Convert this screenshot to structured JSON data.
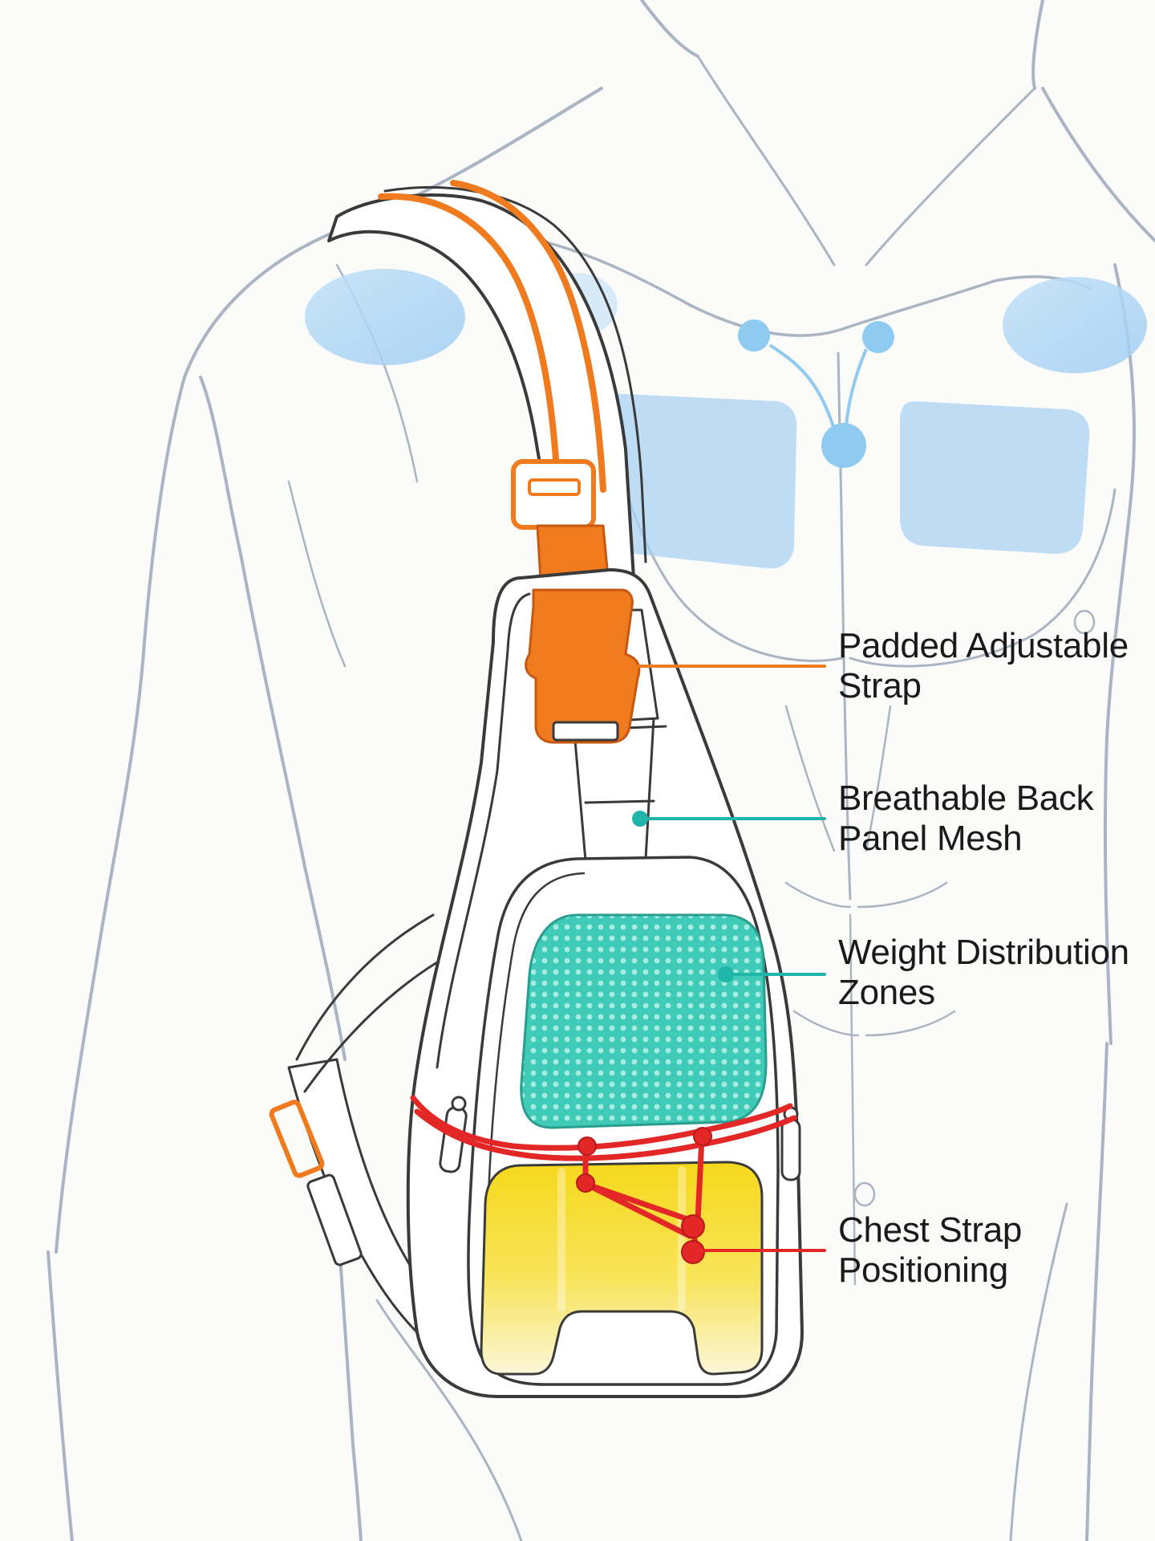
{
  "callouts": [
    {
      "id": "strap",
      "line1": "Padded Adjustable",
      "line2": "Strap",
      "color": "#f07a1e"
    },
    {
      "id": "mesh",
      "line1": "Breathable Back",
      "line2": "Panel Mesh",
      "color": "#1fb5a8"
    },
    {
      "id": "zones",
      "line1": "Weight Distribution",
      "line2": "Zones",
      "color": "#1fb5a8"
    },
    {
      "id": "chest",
      "line1": "Chest Strap",
      "line2": "Positioning",
      "color": "#e32626"
    }
  ],
  "colors": {
    "body_outline": "#aab4c2",
    "pressure_zone": "#a9d3f3",
    "strap_accent": "#f07a1e",
    "mesh_fill": "#3ccbb6",
    "chest_strap": "#e32626",
    "pocket_fill": "#f7dc2a"
  }
}
